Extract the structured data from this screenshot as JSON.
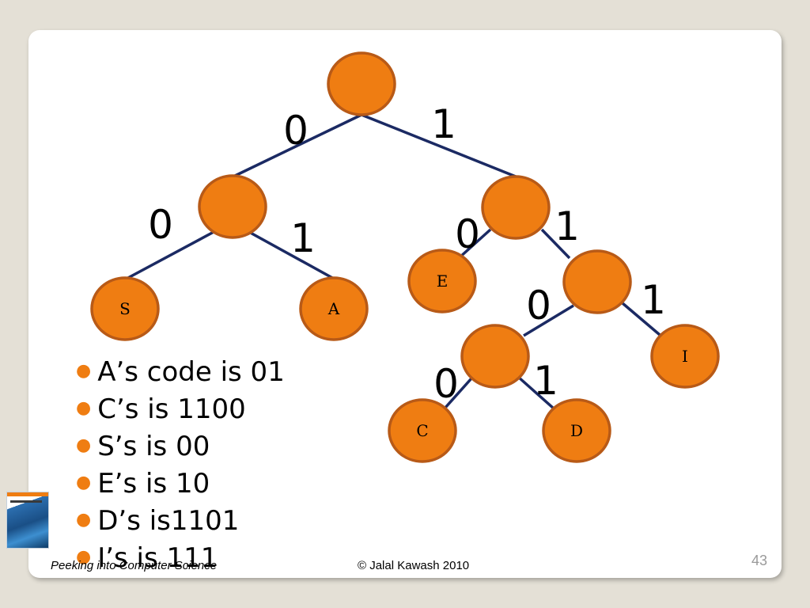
{
  "tree": {
    "bits": [
      "0",
      "1",
      "0",
      "1",
      "0",
      "1",
      "0",
      "1",
      "0",
      "1"
    ],
    "leaves": [
      "S",
      "A",
      "E",
      "I",
      "C",
      "D"
    ]
  },
  "bullets": [
    "A’s code is 01",
    "C’s is 1100",
    "S’s is 00",
    "E’s is 10",
    "D’s is1101",
    "I’s is 111"
  ],
  "footer": {
    "book_title": "Peeking into Computer Science",
    "copyright": "© Jalal Kawash 2010",
    "page_number": "43"
  },
  "colors": {
    "node_fill": "#ef7d12",
    "node_stroke": "#b85a17",
    "edge": "#1b2a63",
    "background": "#e4e0d6"
  },
  "icons": {
    "book_cover": "book-cover-thumbnail"
  }
}
